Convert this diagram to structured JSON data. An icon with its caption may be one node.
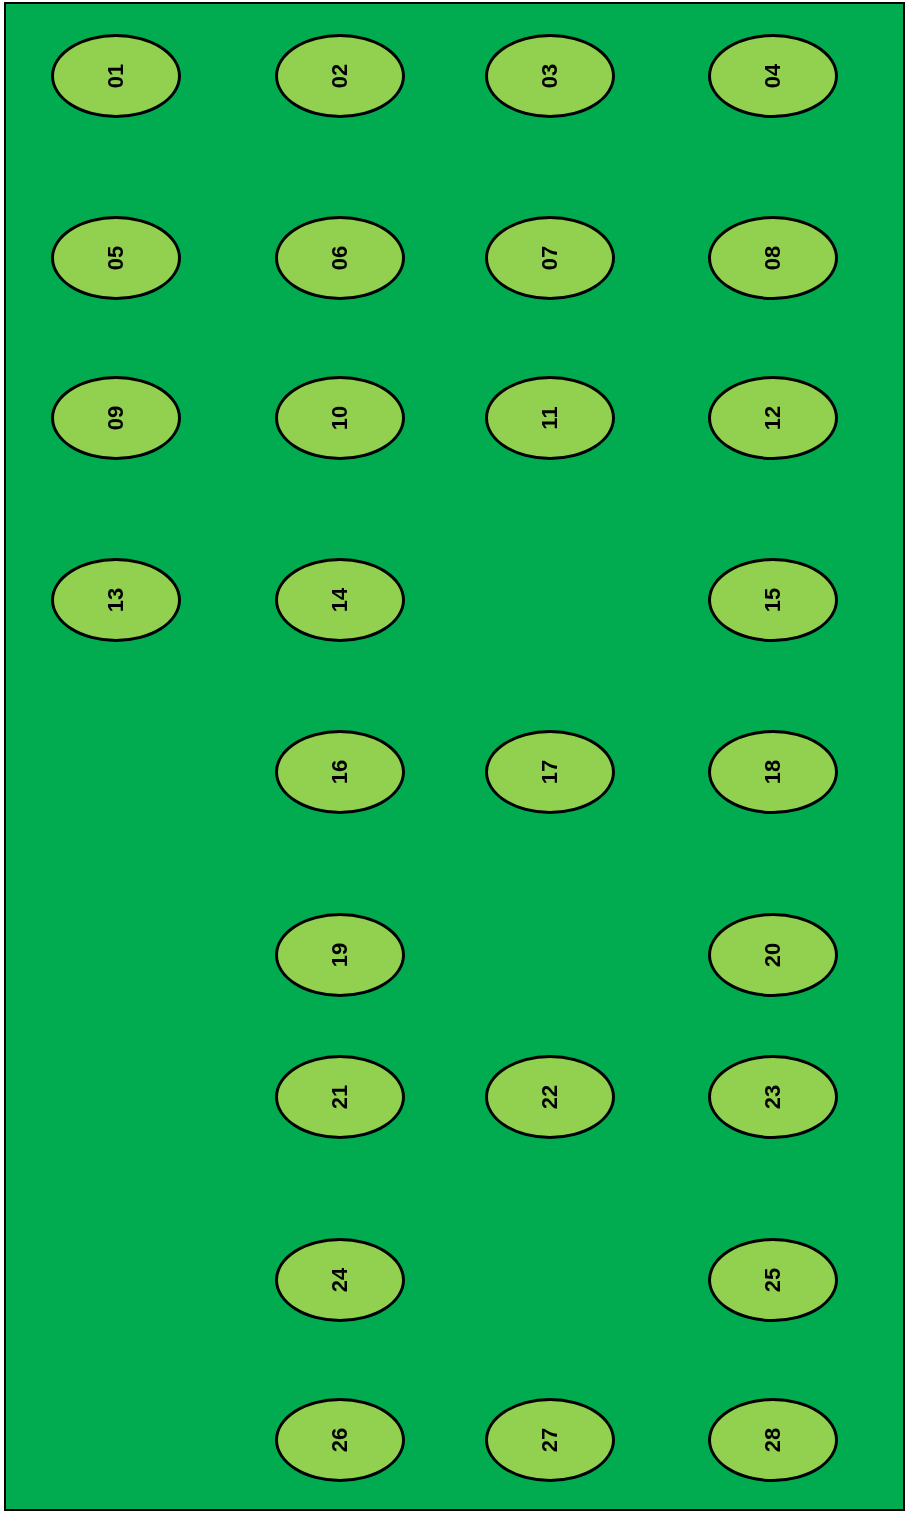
{
  "diagram": {
    "nodes": [
      {
        "text": [
          "01"
        ]
      },
      {
        "text": [
          "02"
        ]
      },
      {
        "text": [
          "03"
        ]
      },
      {
        "text": [
          "04"
        ]
      },
      {
        "text": [
          "05"
        ]
      },
      {
        "text": [
          "06"
        ]
      },
      {
        "text": [
          "07"
        ]
      },
      {
        "text": [
          "08"
        ]
      },
      {
        "text": [
          "09"
        ]
      },
      {
        "text": [
          "10"
        ]
      },
      {
        "text": [
          "11"
        ]
      },
      {
        "text": [
          "12"
        ]
      },
      {
        "text": [
          "13"
        ]
      },
      {
        "text": [
          "14"
        ]
      },
      {
        "text": [
          "15"
        ]
      },
      {
        "text": [
          "16"
        ]
      },
      {
        "text": [
          "17"
        ]
      },
      {
        "text": [
          "18"
        ]
      },
      {
        "text": [
          "19"
        ]
      },
      {
        "text": [
          "20"
        ]
      },
      {
        "text": [
          "21"
        ]
      },
      {
        "text": [
          "22"
        ]
      },
      {
        "text": [
          "23"
        ]
      },
      {
        "text": [
          "24"
        ]
      },
      {
        "text": [
          "25"
        ]
      },
      {
        "text": [
          "26"
        ]
      },
      {
        "text": [
          "27"
        ]
      },
      {
        "text": [
          "28"
        ]
      }
    ]
  }
}
